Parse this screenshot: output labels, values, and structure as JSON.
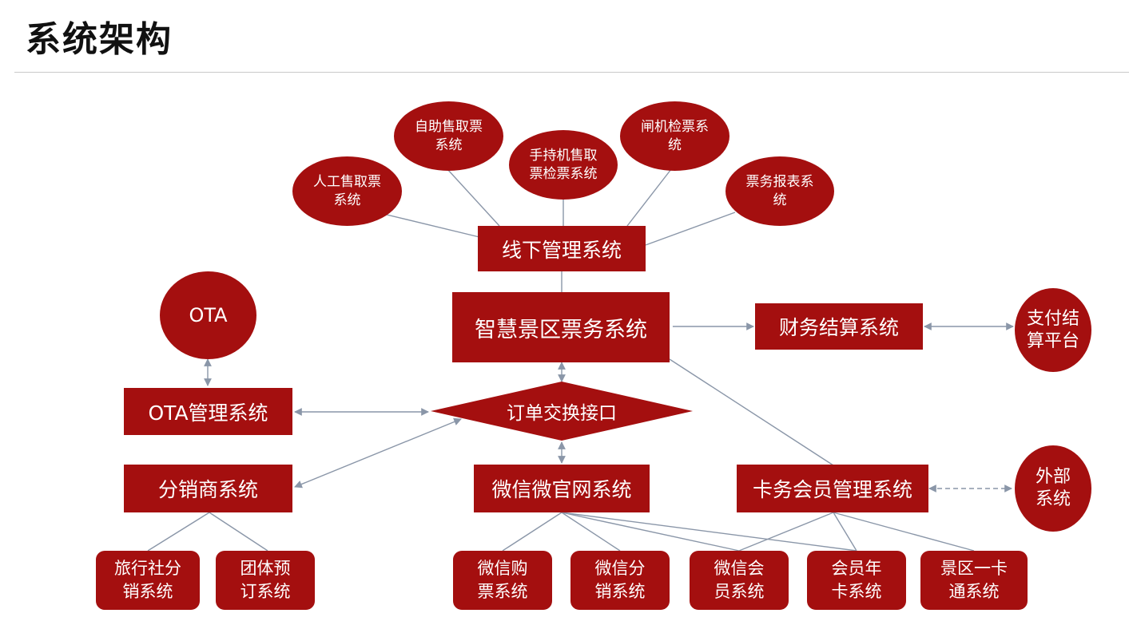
{
  "title": "系统架构",
  "colors": {
    "node_fill": "#a40f0f",
    "connector": "#8a96a8",
    "text": "#ffffff"
  },
  "nodes": {
    "manual_ticket": "人工售取票\n系统",
    "self_ticket": "自助售取票\n系统",
    "handheld": "手持机售取\n票检票系统",
    "gate_check": "闸机检票系\n统",
    "ticket_report": "票务报表系\n统",
    "offline_mgmt": "线下管理系统",
    "smart_ticket": "智慧景区票务系统",
    "finance": "财务结算系统",
    "payment": "支付结\n算平台",
    "ota": "OTA",
    "ota_mgmt": "OTA管理系统",
    "order_interface": "订单交换接口",
    "distributor": "分销商系统",
    "wechat_site": "微信微官网系统",
    "card_member": "卡务会员管理系统",
    "external": "外部\n系统",
    "travel_agency": "旅行社分\n销系统",
    "group_booking": "团体预\n订系统",
    "wechat_buy": "微信购\n票系统",
    "wechat_dist": "微信分\n销系统",
    "wechat_member": "微信会\n员系统",
    "annual_card": "会员年\n卡系统",
    "scenic_card": "景区一卡\n通系统"
  }
}
